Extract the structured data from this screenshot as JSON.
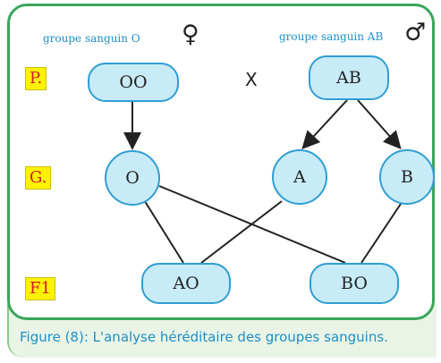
{
  "labels": {
    "female_group": "groupe sanguin O",
    "male_group": "groupe sanguin AB",
    "female_symbol": "♀",
    "male_symbol": "♂",
    "cross": "X"
  },
  "generations": {
    "parents": "P.",
    "gametes": "G.",
    "f1": "F1"
  },
  "nodes": {
    "parent_female": "OO",
    "parent_male": "AB",
    "gamete_o": "O",
    "gamete_a": "A",
    "gamete_b": "B",
    "child_ao": "AO",
    "child_bo": "BO"
  },
  "caption": "Figure (8): L'analyse héréditaire des groupes sanguins.",
  "colors": {
    "frame": "#3aa55a",
    "node_fill": "#c8ebf8",
    "node_border": "#2f9ed3",
    "label_blue": "#1e8fc6",
    "gen_box": "#fff200",
    "gen_text": "#d11b2a"
  }
}
